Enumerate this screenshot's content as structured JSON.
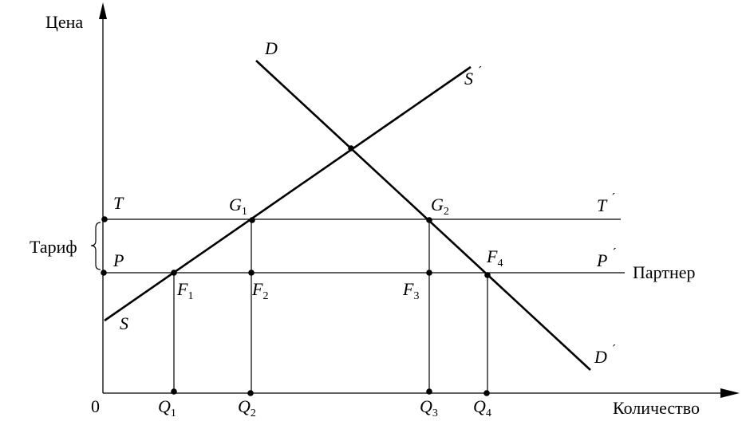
{
  "axes": {
    "y_label": "Цена",
    "x_label": "Количество",
    "origin": "0"
  },
  "lines": {
    "demand_start": "D",
    "demand_end": "D",
    "supply_start": "S",
    "supply_end": "S",
    "tariff_start": "T",
    "tariff_end": "T",
    "partner_start": "P",
    "partner_end": "P",
    "prime": "´"
  },
  "labels": {
    "tariff": "Тариф",
    "partner": "Партнер"
  },
  "points": {
    "G1": {
      "letter": "G",
      "sub": "1"
    },
    "G2": {
      "letter": "G",
      "sub": "2"
    },
    "F1": {
      "letter": "F",
      "sub": "1"
    },
    "F2": {
      "letter": "F",
      "sub": "2"
    },
    "F3": {
      "letter": "F",
      "sub": "3"
    },
    "F4": {
      "letter": "F",
      "sub": "4"
    }
  },
  "quantities": {
    "Q1": {
      "letter": "Q",
      "sub": "1"
    },
    "Q2": {
      "letter": "Q",
      "sub": "2"
    },
    "Q3": {
      "letter": "Q",
      "sub": "3"
    },
    "Q4": {
      "letter": "Q",
      "sub": "4"
    }
  }
}
